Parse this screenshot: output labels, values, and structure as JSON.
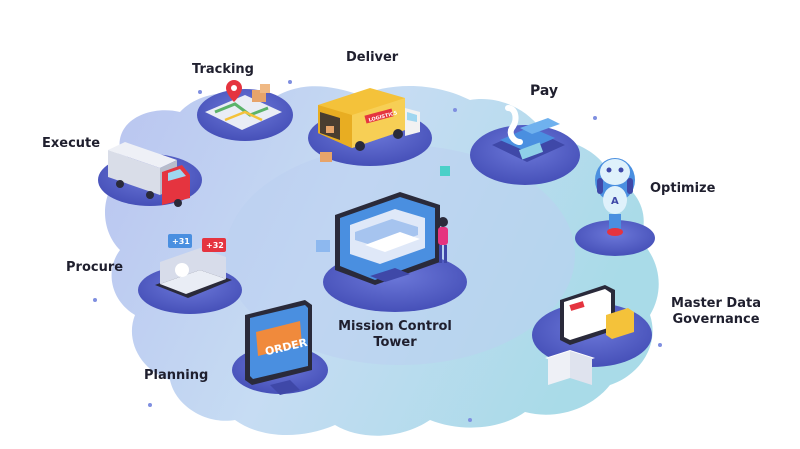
{
  "diagram": {
    "center": {
      "line1": "Mission Control",
      "line2": "Tower"
    },
    "nodes": {
      "tracking": "Tracking",
      "deliver": "Deliver",
      "pay": "Pay",
      "execute": "Execute",
      "optimize": "Optimize",
      "procure": "Procure",
      "master_data": {
        "line1": "Master Data",
        "line2": "Governance"
      },
      "planning": "Planning"
    },
    "artwork_text": {
      "truck_brand": "LOGISTICS",
      "order_sign": "ORDER",
      "badge_left": "+31",
      "badge_right": "+32",
      "robot_letter": "A"
    }
  },
  "colors": {
    "blob_light": "#c9dcf3",
    "blob_mid": "#9fb6e8",
    "blob_deep": "#7f8fe0",
    "platform": "#5561c9",
    "platform_dark": "#3f48a8",
    "accent_red": "#e5343f",
    "accent_yellow": "#f4c23a",
    "accent_orange": "#f08a3c",
    "screen_blue": "#4a8fe0",
    "text": "#1f1f2e"
  }
}
